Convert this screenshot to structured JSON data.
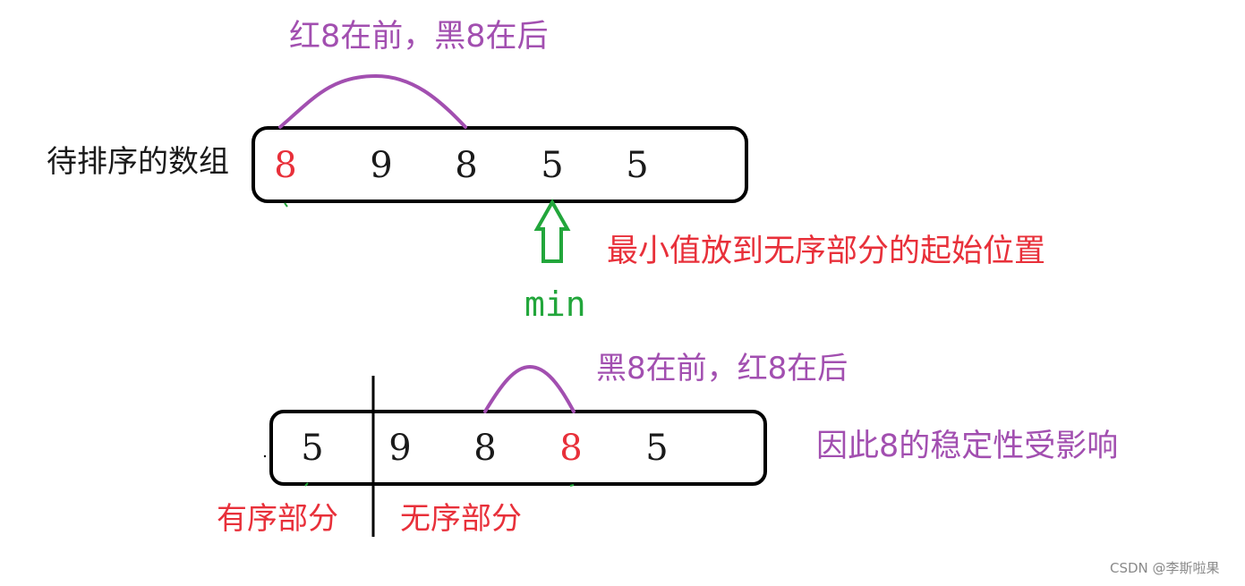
{
  "colors": {
    "black": "#1a1a1a",
    "red": "#e8303a",
    "purple": "#a24fb0",
    "green": "#22a63b",
    "watermark": "#8a8a8a"
  },
  "top_array": {
    "label": "待排序的数组",
    "arc_label": "红8在前，黑8在后",
    "cells": [
      {
        "value": "8",
        "color": "red"
      },
      {
        "value": "9",
        "color": "black"
      },
      {
        "value": "8",
        "color": "black"
      },
      {
        "value": "5",
        "color": "black"
      },
      {
        "value": "5",
        "color": "black"
      }
    ]
  },
  "min_pointer": {
    "label": "min",
    "note": "最小值放到无序部分的起始位置"
  },
  "bottom_array": {
    "arc_label": "黑8在前，红8在后",
    "conclusion": "因此8的稳定性受影响",
    "sorted_label": "有序部分",
    "unsorted_label": "无序部分",
    "cells": [
      {
        "value": "5",
        "color": "black"
      },
      {
        "value": "9",
        "color": "black"
      },
      {
        "value": "8",
        "color": "black"
      },
      {
        "value": "8",
        "color": "red"
      },
      {
        "value": "5",
        "color": "black"
      }
    ]
  },
  "watermark": "CSDN @李斯啦果"
}
